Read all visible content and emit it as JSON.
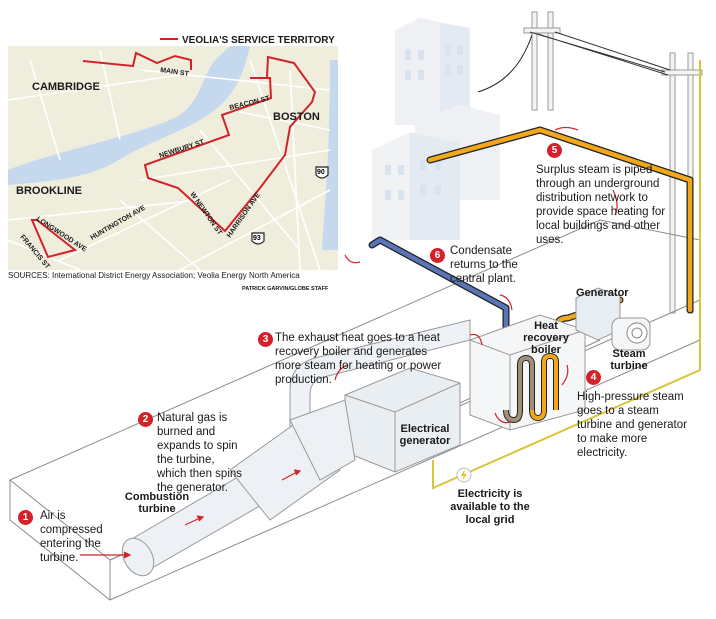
{
  "map": {
    "legend": "VEOLIA'S SERVICE TERRITORY",
    "areas": [
      "CAMBRIDGE",
      "BOSTON",
      "BROOKLINE"
    ],
    "streets": [
      "MAIN ST",
      "BEACON ST",
      "NEWBURY ST",
      "W NEWTON ST",
      "HARRISON AVE",
      "HUNTINGTON AVE",
      "LONGWOOD AVE",
      "FRANCIS ST"
    ],
    "highways": [
      "90",
      "93"
    ],
    "sources": "SOURCES: International District Energy Association; Veolia Energy North America",
    "credit": "PATRICK GARVIN/GLOBE STAFF",
    "colors": {
      "land": "#efeedd",
      "water": "#c6d8ee",
      "territory": "#d2232a"
    }
  },
  "steps": [
    {
      "num": "1",
      "text": "Air is compressed entering the turbine."
    },
    {
      "num": "2",
      "text": "Natural gas is burned and expands to spin the turbine, which then spins the generator."
    },
    {
      "num": "3",
      "text": "The exhaust heat goes to a heat recovery boiler and generates more steam for heating or power production."
    },
    {
      "num": "4",
      "text": "High-pressure steam goes to a steam turbine and generator to make more electricity."
    },
    {
      "num": "5",
      "text": "Surplus steam is piped through an underground distribution network to provide space heating for local buildings and other uses."
    },
    {
      "num": "6",
      "text": "Condensate returns to the central plant."
    }
  ],
  "components": {
    "combustion_turbine": "Combustion turbine",
    "electrical_generator": "Electrical generator",
    "heat_recovery_boiler": "Heat recovery boiler",
    "generator": "Generator",
    "steam_turbine": "Steam turbine",
    "grid": "Electricity is available to the local grid"
  },
  "colors": {
    "steam_pipe": "#f2a81d",
    "condensate_pipe": "#5a74b8",
    "electric_line": "#d9c43a",
    "accent_red": "#d2232a"
  }
}
